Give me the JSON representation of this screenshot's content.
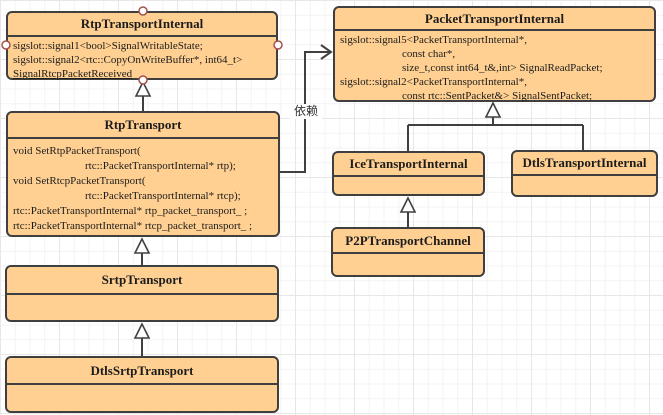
{
  "diagram": {
    "dependency_label": "依赖",
    "colors": {
      "box_fill": "#ffd092",
      "box_border": "#3f3f3f",
      "connector": "#404040",
      "port_marker": "#a5524c",
      "text_color": "#1c1c1c"
    },
    "classes": {
      "rtp_transport_internal": {
        "title": "RtpTransportInternal",
        "members": [
          {
            "text": "sigslot::signal1<bool>SignalWritableState;"
          },
          {
            "text": "sigslot::signal2<rtc::CopyOnWriteBuffer*, int64_t>"
          },
          {
            "text": "SignalRtcpPacketReceived",
            "underline": true
          }
        ]
      },
      "packet_transport_internal": {
        "title": "PacketTransportInternal",
        "members": [
          {
            "text": "sigslot::signal5<PacketTransportInternal*,"
          },
          {
            "text": "const char*,",
            "indent": true
          },
          {
            "text": "size_t,const int64_t&,int>  SignalReadPacket;",
            "indent": true
          },
          {
            "text": "sigslot::signal2<PacketTransportInternal*,"
          },
          {
            "text": "const rtc::SentPacket&> SignalSentPacket;",
            "indent": true
          }
        ]
      },
      "rtp_transport": {
        "title": "RtpTransport",
        "members": [
          {
            "text": "void SetRtpPacketTransport("
          },
          {
            "text": "rtc::PacketTransportInternal* rtp);",
            "indent": true
          },
          {
            "text": "void SetRtcpPacketTransport("
          },
          {
            "text": "rtc::PacketTransportInternal* rtcp);",
            "indent": true
          },
          {
            "text": "rtc::PacketTransportInternal* rtp_packet_transport_ ;"
          },
          {
            "text": "rtc::PacketTransportInternal* rtcp_packet_transport_ ;"
          }
        ]
      },
      "ice_transport_internal": {
        "title": "IceTransportInternal",
        "members": []
      },
      "dtls_transport_internal": {
        "title": "DtlsTransportInternal",
        "members": []
      },
      "p2p_transport_channel": {
        "title": "P2PTransportChannel",
        "members": []
      },
      "srtp_transport": {
        "title": "SrtpTransport",
        "members": []
      },
      "dtls_srtp_transport": {
        "title": "DtlsSrtpTransport",
        "members": []
      }
    }
  }
}
